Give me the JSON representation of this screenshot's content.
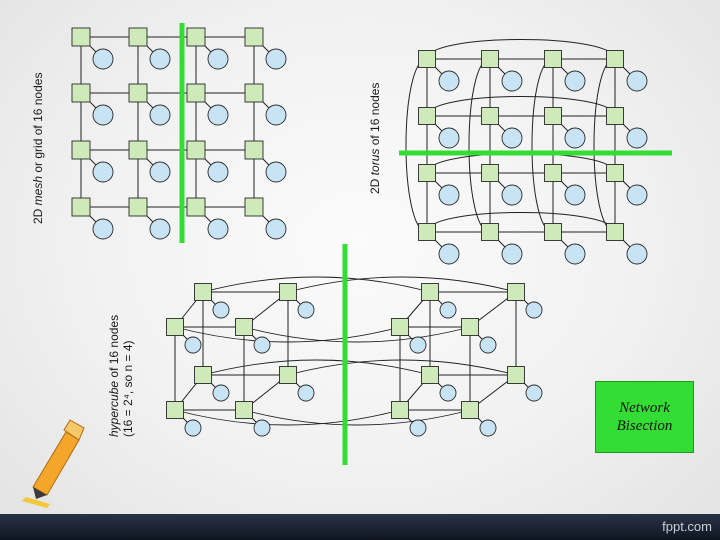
{
  "mesh": {
    "label_word": "2D",
    "label_em": "mesh",
    "label_rest": "or grid of 16 nodes"
  },
  "torus": {
    "label_word": "2D",
    "label_em": "torus",
    "label_rest": "of 16 nodes"
  },
  "hypercube": {
    "label_em": "hypercube",
    "label_rest": "of 16 nodes",
    "label_line2": "(16 = 2⁴, so n = 4)"
  },
  "bisection_box": {
    "line1": "Network",
    "line2": "Bisection"
  },
  "footer": {
    "text": "fppt.com"
  },
  "colors": {
    "switch_fill": "#cdeab8",
    "node_fill": "#c8e3f4",
    "bisection_line": "#33dd33",
    "wire": "#222222"
  }
}
